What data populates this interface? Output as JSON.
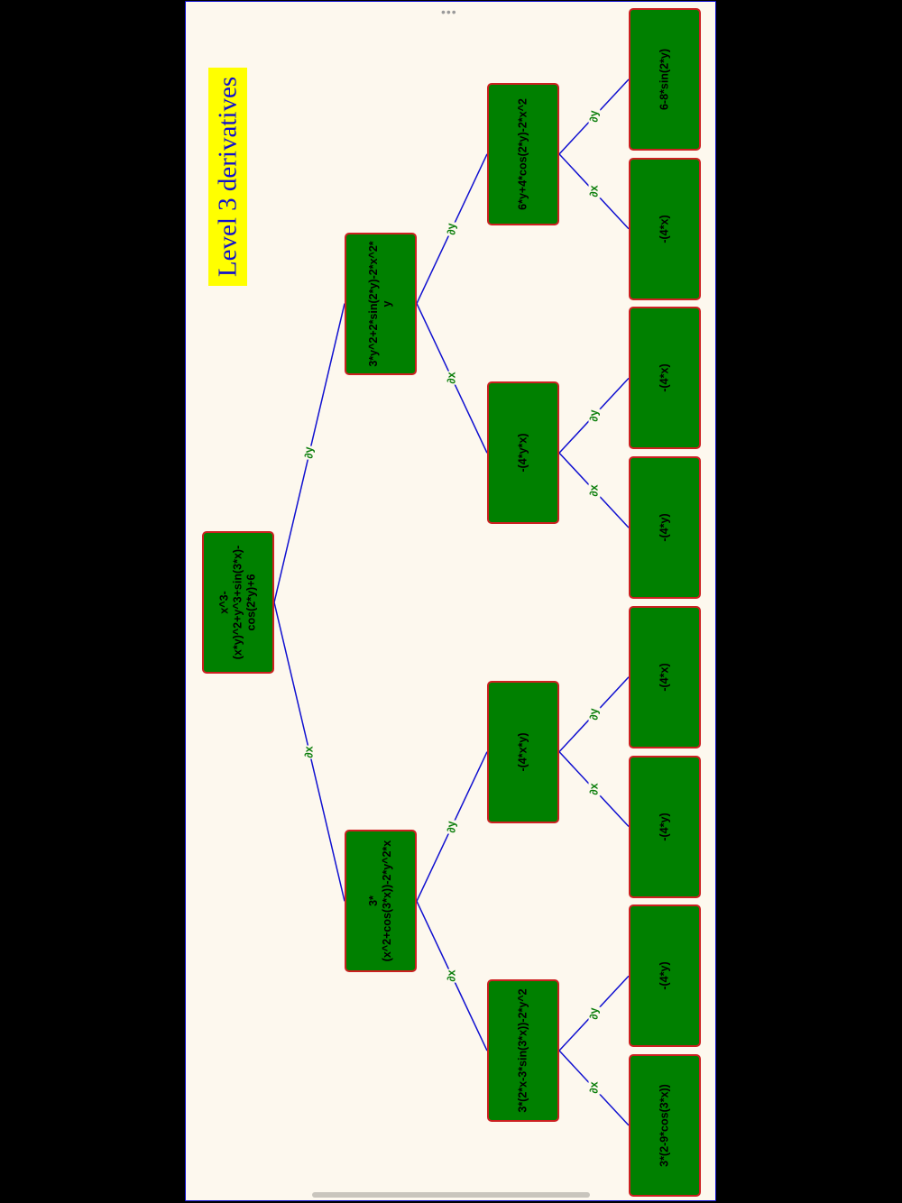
{
  "title": "Level 3 derivatives",
  "colors": {
    "node_fill": "#008000",
    "node_border": "#cc2020",
    "edge": "#1010d0",
    "edge_label": "#0a7d0a",
    "title_bg": "#ffff00",
    "title_text": "#1111cc"
  },
  "tree": {
    "expr": "x^3-(x*y)^2+y^3+sin(3*x)-cos(2*y)+6",
    "children": [
      {
        "edge": "∂x",
        "expr": "3*(x^2+cos(3*x))-2*y^2*x",
        "children": [
          {
            "edge": "∂x",
            "expr": "3*(2*x-3*sin(3*x))-2*y^2",
            "children": [
              {
                "edge": "∂x",
                "expr": "3*(2-9*cos(3*x))"
              },
              {
                "edge": "∂y",
                "expr": "-(4*y)"
              }
            ]
          },
          {
            "edge": "∂y",
            "expr": "-(4*x*y)",
            "children": [
              {
                "edge": "∂x",
                "expr": "-(4*y)"
              },
              {
                "edge": "∂y",
                "expr": "-(4*x)"
              }
            ]
          }
        ]
      },
      {
        "edge": "∂y",
        "expr": "3*y^2+2*sin(2*y)-2*x^2*y",
        "children": [
          {
            "edge": "∂x",
            "expr": "-(4*y*x)",
            "children": [
              {
                "edge": "∂x",
                "expr": "-(4*y)"
              },
              {
                "edge": "∂y",
                "expr": "-(4*x)"
              }
            ]
          },
          {
            "edge": "∂y",
            "expr": "6*y+4*cos(2*y)-2*x^2",
            "children": [
              {
                "edge": "∂x",
                "expr": "-(4*x)"
              },
              {
                "edge": "∂y",
                "expr": "6-8*sin(2*y)"
              }
            ]
          }
        ]
      }
    ]
  }
}
